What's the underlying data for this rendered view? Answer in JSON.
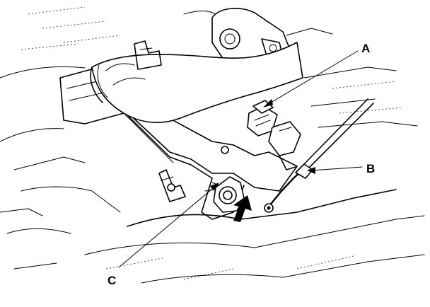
{
  "callouts": {
    "a": {
      "label": "A"
    },
    "b": {
      "label": "B"
    },
    "c": {
      "label": "C"
    }
  }
}
